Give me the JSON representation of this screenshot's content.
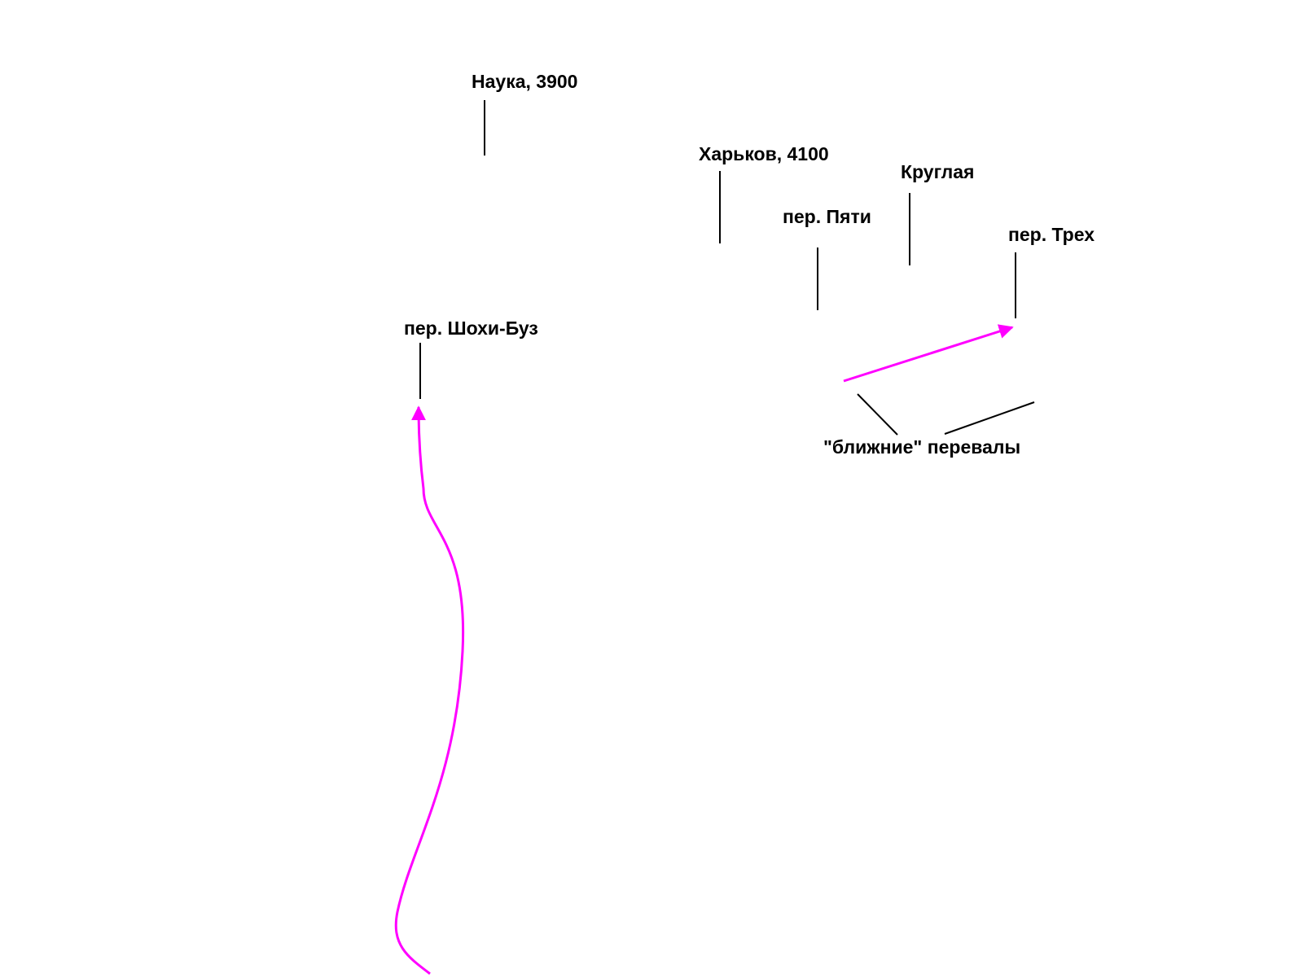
{
  "labels": {
    "nauka": "Наука, 3900",
    "kharkov": "Харьков, 4100",
    "kruglaya": "Круглая",
    "per_pyati": "пер. Пяти",
    "per_trekh": "пер. Трех",
    "per_shokhi_buz": "пер. Шохи-Буз",
    "blizhnie_perevaly": "\"ближние\" перевалы"
  },
  "colors": {
    "route": "#ff00ff",
    "leader_line": "#000000",
    "text": "#000000",
    "background": "#ffffff"
  }
}
